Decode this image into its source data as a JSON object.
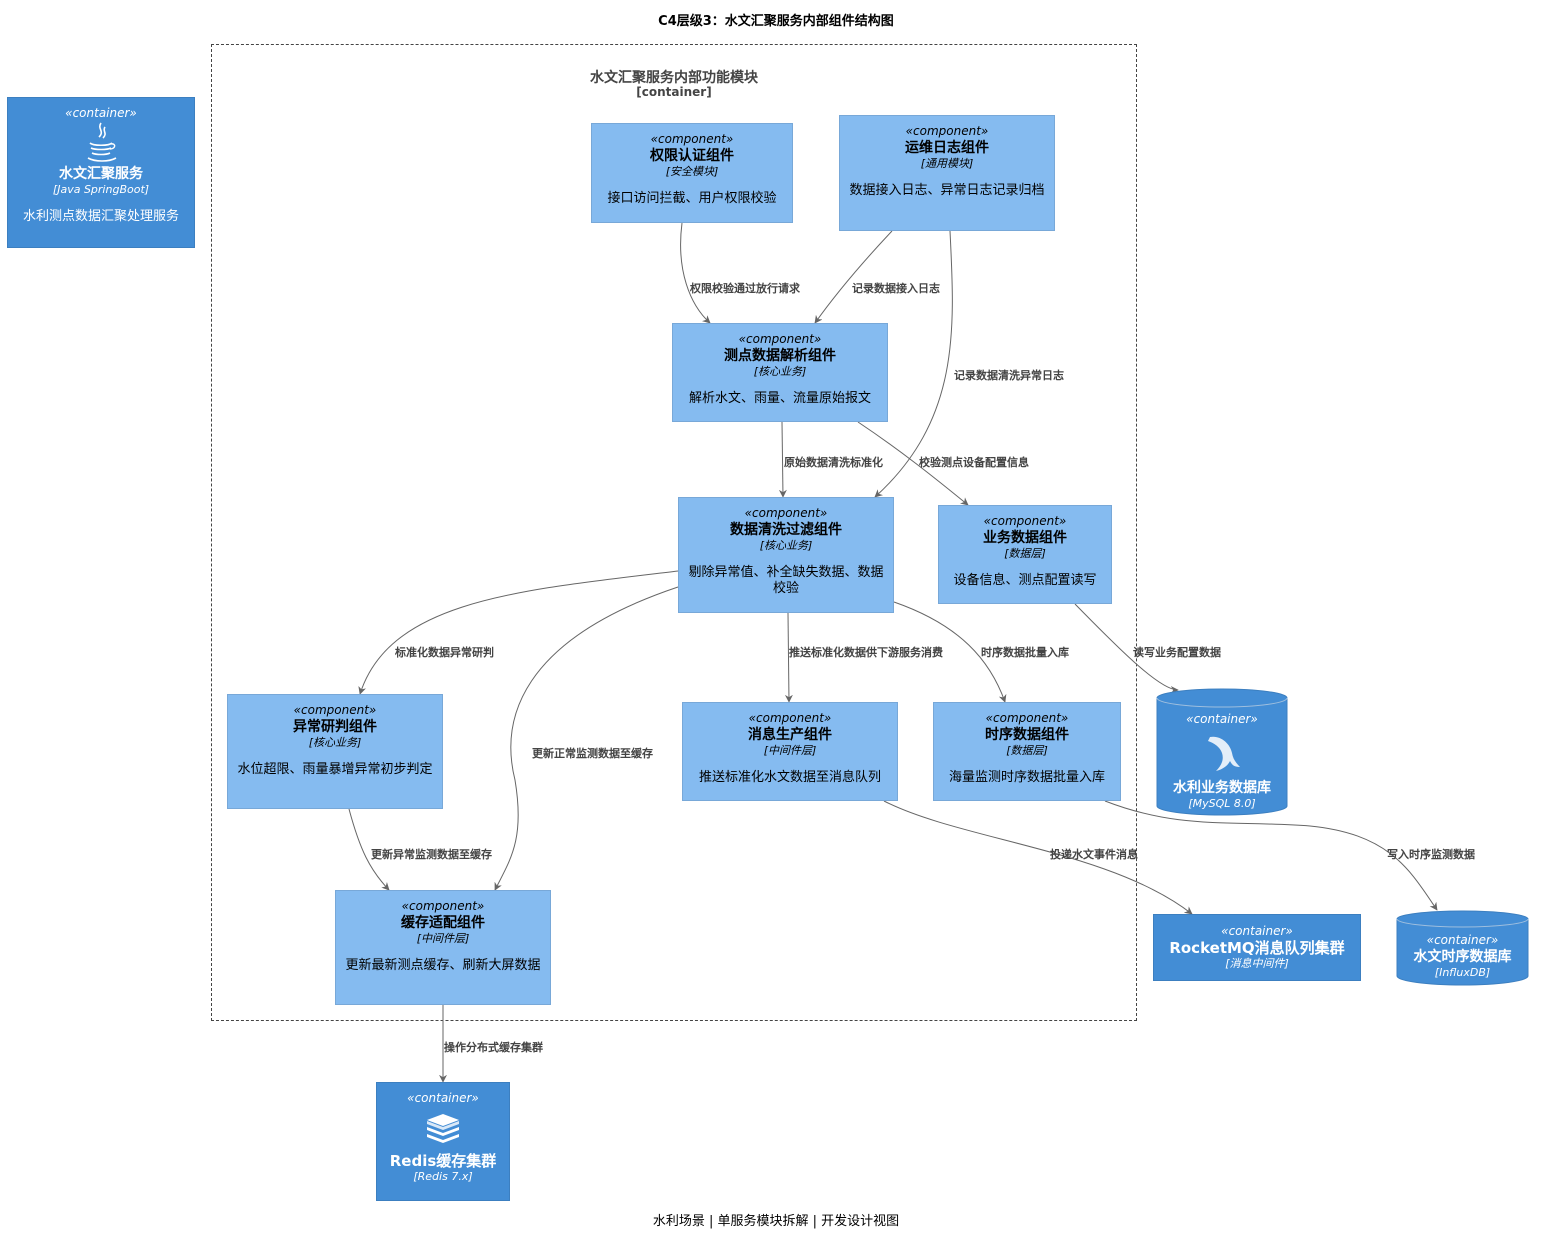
{
  "title": "C4层级3：水文汇聚服务内部组件结构图",
  "footer": "水利场景 | 单服务模块拆解 | 开发设计视图",
  "boundary": {
    "name": "水文汇聚服务内部功能模块",
    "type": "[container]"
  },
  "colors": {
    "component": "#85bbf0",
    "container": "#438dd5",
    "edge": "#666666"
  },
  "elements": {
    "service": {
      "stereotype": "«container»",
      "icon": "java-icon",
      "name": "水文汇聚服务",
      "tech": "[Java SpringBoot]",
      "desc": "水利测点数据汇聚处理服务"
    },
    "auth": {
      "stereotype": "«component»",
      "name": "权限认证组件",
      "tech": "[安全模块]",
      "desc": "接口访问拦截、用户权限校验"
    },
    "log": {
      "stereotype": "«component»",
      "name": "运维日志组件",
      "tech": "[通用模块]",
      "desc": "数据接入日志、异常日志记录归档"
    },
    "parse": {
      "stereotype": "«component»",
      "name": "测点数据解析组件",
      "tech": "[核心业务]",
      "desc": "解析水文、雨量、流量原始报文"
    },
    "clean": {
      "stereotype": "«component»",
      "name": "数据清洗过滤组件",
      "tech": "[核心业务]",
      "desc": "剔除异常值、补全缺失数据、数据校验"
    },
    "biz": {
      "stereotype": "«component»",
      "name": "业务数据组件",
      "tech": "[数据层]",
      "desc": "设备信息、测点配置读写"
    },
    "anomaly": {
      "stereotype": "«component»",
      "name": "异常研判组件",
      "tech": "[核心业务]",
      "desc": "水位超限、雨量暴增异常初步判定"
    },
    "producer": {
      "stereotype": "«component»",
      "name": "消息生产组件",
      "tech": "[中间件层]",
      "desc": "推送标准化水文数据至消息队列"
    },
    "ts": {
      "stereotype": "«component»",
      "name": "时序数据组件",
      "tech": "[数据层]",
      "desc": "海量监测时序数据批量入库"
    },
    "cache": {
      "stereotype": "«component»",
      "name": "缓存适配组件",
      "tech": "[中间件层]",
      "desc": "更新最新测点缓存、刷新大屏数据"
    },
    "mysql": {
      "stereotype": "«container»",
      "icon": "mysql-dolphin-icon",
      "name": "水利业务数据库",
      "tech": "[MySQL 8.0]"
    },
    "rocketmq": {
      "stereotype": "«container»",
      "name": "RocketMQ消息队列集群",
      "tech": "[消息中间件]"
    },
    "influx": {
      "stereotype": "«container»",
      "name": "水文时序数据库",
      "tech": "[InfluxDB]"
    },
    "redis": {
      "stereotype": "«container»",
      "icon": "redis-stack-icon",
      "name": "Redis缓存集群",
      "tech": "[Redis 7.x]"
    }
  },
  "edges": [
    {
      "from": "auth",
      "to": "parse",
      "label": "权限校验通过放行请求"
    },
    {
      "from": "log",
      "to": "parse",
      "label": "记录数据接入日志"
    },
    {
      "from": "log",
      "to": "clean",
      "label": "记录数据清洗异常日志"
    },
    {
      "from": "parse",
      "to": "clean",
      "label": "原始数据清洗标准化"
    },
    {
      "from": "parse",
      "to": "biz",
      "label": "校验测点设备配置信息"
    },
    {
      "from": "clean",
      "to": "anomaly",
      "label": "标准化数据异常研判"
    },
    {
      "from": "clean",
      "to": "cache",
      "label": "更新正常监测数据至缓存"
    },
    {
      "from": "clean",
      "to": "producer",
      "label": "推送标准化数据供下游服务消费"
    },
    {
      "from": "clean",
      "to": "ts",
      "label": "时序数据批量入库"
    },
    {
      "from": "biz",
      "to": "mysql",
      "label": "读写业务配置数据"
    },
    {
      "from": "anomaly",
      "to": "cache",
      "label": "更新异常监测数据至缓存"
    },
    {
      "from": "producer",
      "to": "rocketmq",
      "label": "投递水文事件消息"
    },
    {
      "from": "ts",
      "to": "influx",
      "label": "写入时序监测数据"
    },
    {
      "from": "cache",
      "to": "redis",
      "label": "操作分布式缓存集群"
    }
  ]
}
